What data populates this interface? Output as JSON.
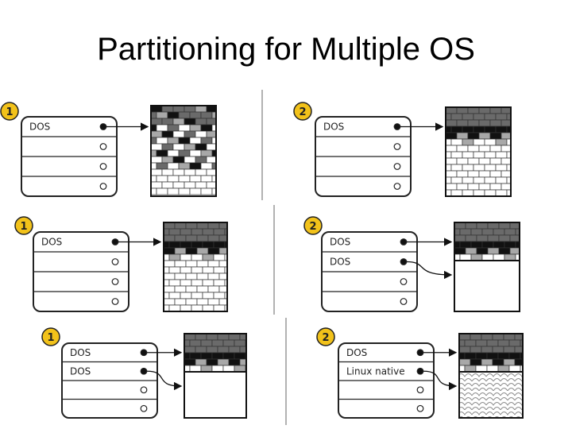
{
  "title": "Partitioning for Multiple OS",
  "colors": {
    "badge": "#f2c21a",
    "brick_black": "#111111",
    "brick_dark": "#6a6a6a",
    "brick_gray": "#a8a8a8",
    "brick_white": "#ffffff",
    "divider": "#999999"
  },
  "icons": [
    "step-badge-icon",
    "partition-slot-icon",
    "arrow-icon",
    "brick-disk-icon",
    "pebble-texture-icon"
  ],
  "panels": [
    {
      "step": "1",
      "partitions": [
        "DOS",
        "",
        "",
        ""
      ]
    },
    {
      "step": "2",
      "partitions": [
        "DOS",
        "",
        "",
        ""
      ]
    },
    {
      "step": "1",
      "partitions": [
        "DOS",
        "",
        "",
        ""
      ]
    },
    {
      "step": "2",
      "partitions": [
        "DOS",
        "DOS",
        "",
        ""
      ]
    },
    {
      "step": "1",
      "partitions": [
        "DOS",
        "DOS",
        "",
        ""
      ]
    },
    {
      "step": "2",
      "partitions": [
        "DOS",
        "Linux native",
        "",
        ""
      ]
    }
  ]
}
